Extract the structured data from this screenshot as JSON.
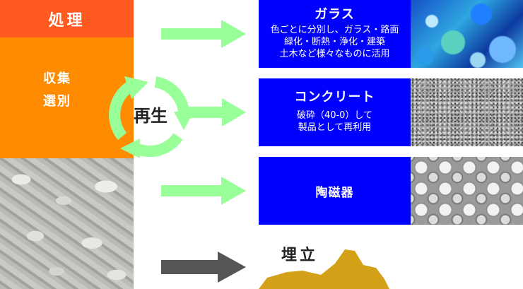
{
  "left": {
    "header_label": "処理",
    "collect_line1": "収集",
    "collect_line2": "選別"
  },
  "cycle": {
    "label": "再生"
  },
  "outputs": [
    {
      "title": "ガラス",
      "desc_lines": [
        "色ごとに分別し、ガラス・路面",
        "緑化・断熱・浄化・建築",
        "土木など様々なものに活用"
      ]
    },
    {
      "title": "コンクリート",
      "desc_lines": [
        "破砕（40-0）して",
        "製品として再利用"
      ]
    },
    {
      "title": "陶磁器",
      "desc_lines": []
    }
  ],
  "landfill": {
    "label": "埋立"
  },
  "colors": {
    "header": "#ff5a1f",
    "collect": "#ff8c00",
    "box": "#0000ff",
    "green_arrow": "#99ff99",
    "dark_arrow": "#555555",
    "landfill": "#d4a017"
  }
}
